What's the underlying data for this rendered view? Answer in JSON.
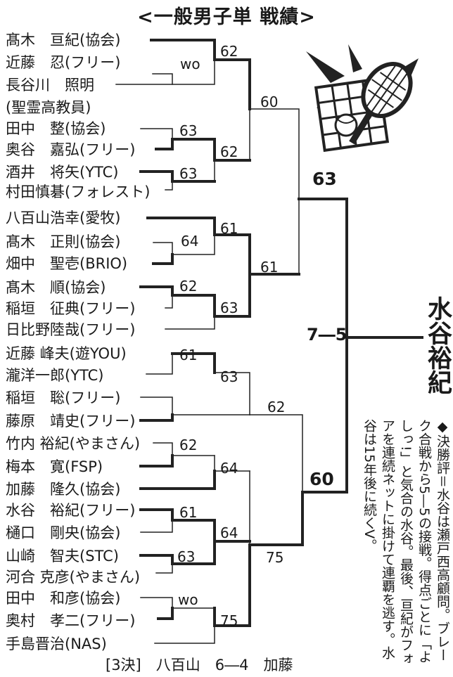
{
  "title": "<一般男子単 戦績>",
  "players": [
    "髙木　亘紀(協会)",
    "近藤　忍(フリー)",
    "長谷川　照明",
    "(聖霊高教員)",
    "田中　整(協会)",
    "奥谷　嘉弘(フリー)",
    "酒井　将矢(YTC)",
    "村田慎碁(フォレスト)",
    "八百山浩幸(愛牧)",
    "髙木　正則(協会)",
    "畑中　聖壱(BRIO)",
    "髙木　順(協会)",
    "稲垣　征典(フリー)",
    "日比野陸哉(フリー)",
    "近藤 峰夫(遊YOU)",
    "瀧洋一郎(YTC)",
    "稲垣　聡(フリー)",
    "藤原　靖史(フリー)",
    "竹内 裕紀(やまさん)",
    "梅本　寛(FSP)",
    "加藤　隆久(協会)",
    "水谷　裕紀(フリー)",
    "樋口　剛央(協会)",
    "山崎　智夫(STC)",
    "河合 克彦(やまさん)",
    "田中　和彦(協会)",
    "奥村　孝二(フリー)",
    "手島晋治(NAS)"
  ],
  "scores": {
    "r1_kondo_hasegawa": "wo",
    "r1_tanaka_okutani": "63",
    "r1_sakai_murata": "63",
    "r1_takagi_hatanaka": "64",
    "r1_takagi_inagaki": "62",
    "r1_kondo_taki": "61",
    "r1_takeuchi_umemoto": "62",
    "r1_mizutani_higuchi": "61",
    "r1_yamazaki_kawai": "63",
    "r1_tanaka_okumura": "wo",
    "r2_top": "62",
    "r2_okutani_sakai": "62",
    "r2_yaoyama": "61",
    "r2_inagaki_hibino": "63",
    "r2_taki_inagaki": "63",
    "r2_umemoto_kato": "64",
    "r2_mizutani_yamazaki": "64",
    "r2_okumura_teshima": "75",
    "r3_top": "60",
    "r3_mid": "61",
    "r3_bottom_a": "62",
    "r3_bottom_b": "75",
    "sf_top": "63",
    "sf_bottom": "60",
    "final": "7―5"
  },
  "winner": "水谷裕紀",
  "note": "◆決勝評＝水谷は瀬戸西高顧問。ブレーク合戦から5―5の接戦。得点ごとに「よしっ!」と気合の水谷。最後、亘紀がフォアを連続ネットに掛けて連覇を逃す。水谷は15年後に続くV。",
  "third_place": "[3決]　八百山　6―4　加藤",
  "emblem_icon": "tennis-racket-ball-icon"
}
